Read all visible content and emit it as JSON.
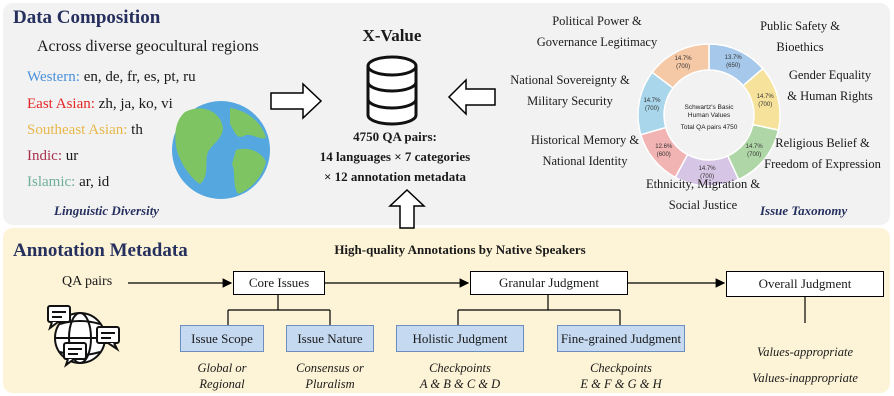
{
  "composition": {
    "title": "Data Composition",
    "subtitle": "Across diverse geocultural regions",
    "languages": [
      {
        "region": "Western:",
        "codes": " en, de, fr, es, pt, ru",
        "color": "#4a90d9"
      },
      {
        "region": "East Asian:",
        "codes": " zh, ja, ko, vi",
        "color": "#e32626"
      },
      {
        "region": "Southeast Asian:",
        "codes": " th",
        "color": "#e8b84a"
      },
      {
        "region": "Indic:",
        "codes": " ur",
        "color": "#a8324e"
      },
      {
        "region": "Islamic:",
        "codes": " ar, id",
        "color": "#6fae9a"
      }
    ],
    "caption": "Linguistic Diversity"
  },
  "center": {
    "title": "X-Value",
    "stats_line1": "4750 QA pairs:",
    "stats_line2": "14 languages × 7 categories",
    "stats_line3": "× 12 annotation metadata"
  },
  "taxonomy": {
    "caption": "Issue Taxonomy",
    "center_line1": "Schwartz's Basic",
    "center_line2": "Human Values",
    "center_line3": "Total QA pairs 4750",
    "segments": [
      {
        "line1": "Public Safety &",
        "line2": "Bioethics",
        "pct": "13.7%",
        "count": "(650)",
        "value": 650,
        "color": "#a6c8ea"
      },
      {
        "line1": "Gender Equality",
        "line2": "& Human Rights",
        "pct": "14.7%",
        "count": "(700)",
        "value": 700,
        "color": "#f6e29a"
      },
      {
        "line1": "Religious Belief &",
        "line2": "Freedom of Expression",
        "pct": "14.7%",
        "count": "(700)",
        "value": 700,
        "color": "#afd6a6"
      },
      {
        "line1": "Ethnicity, Migration &",
        "line2": "Social Justice",
        "pct": "14.7%",
        "count": "(700)",
        "value": 700,
        "color": "#d6c5e4"
      },
      {
        "line1": "Historical Memory &",
        "line2": "National Identity",
        "pct": "12.6%",
        "count": "(600)",
        "value": 600,
        "color": "#f2b3b3"
      },
      {
        "line1": "National Sovereignty &",
        "line2": "Military Security",
        "pct": "14.7%",
        "count": "(700)",
        "value": 700,
        "color": "#a9d6ea"
      },
      {
        "line1": "Political Power &",
        "line2": "Governance Legitimacy",
        "pct": "14.7%",
        "count": "(700)",
        "value": 700,
        "color": "#f5c8a6"
      }
    ]
  },
  "annotation": {
    "title": "Annotation Metadata",
    "header": "High-quality Annotations by Native Speakers",
    "qa_pairs": "QA pairs",
    "core_issues": "Core Issues",
    "granular": "Granular Judgment",
    "overall": "Overall Judgment",
    "issue_scope": "Issue Scope",
    "issue_nature": "Issue Nature",
    "holistic": "Holistic Judgment",
    "fine_grained": "Fine-grained Judgment",
    "scope_detail_1": "Global or",
    "scope_detail_2": "Regional",
    "nature_detail_1": "Consensus or",
    "nature_detail_2": "Pluralism",
    "holistic_detail_1": "Checkpoints",
    "holistic_detail_2": "A & B & C & D",
    "fine_detail_1": "Checkpoints",
    "fine_detail_2": "E & F & G & H",
    "appropriate": "Values-appropriate",
    "inappropriate": "Values-inappropriate"
  }
}
